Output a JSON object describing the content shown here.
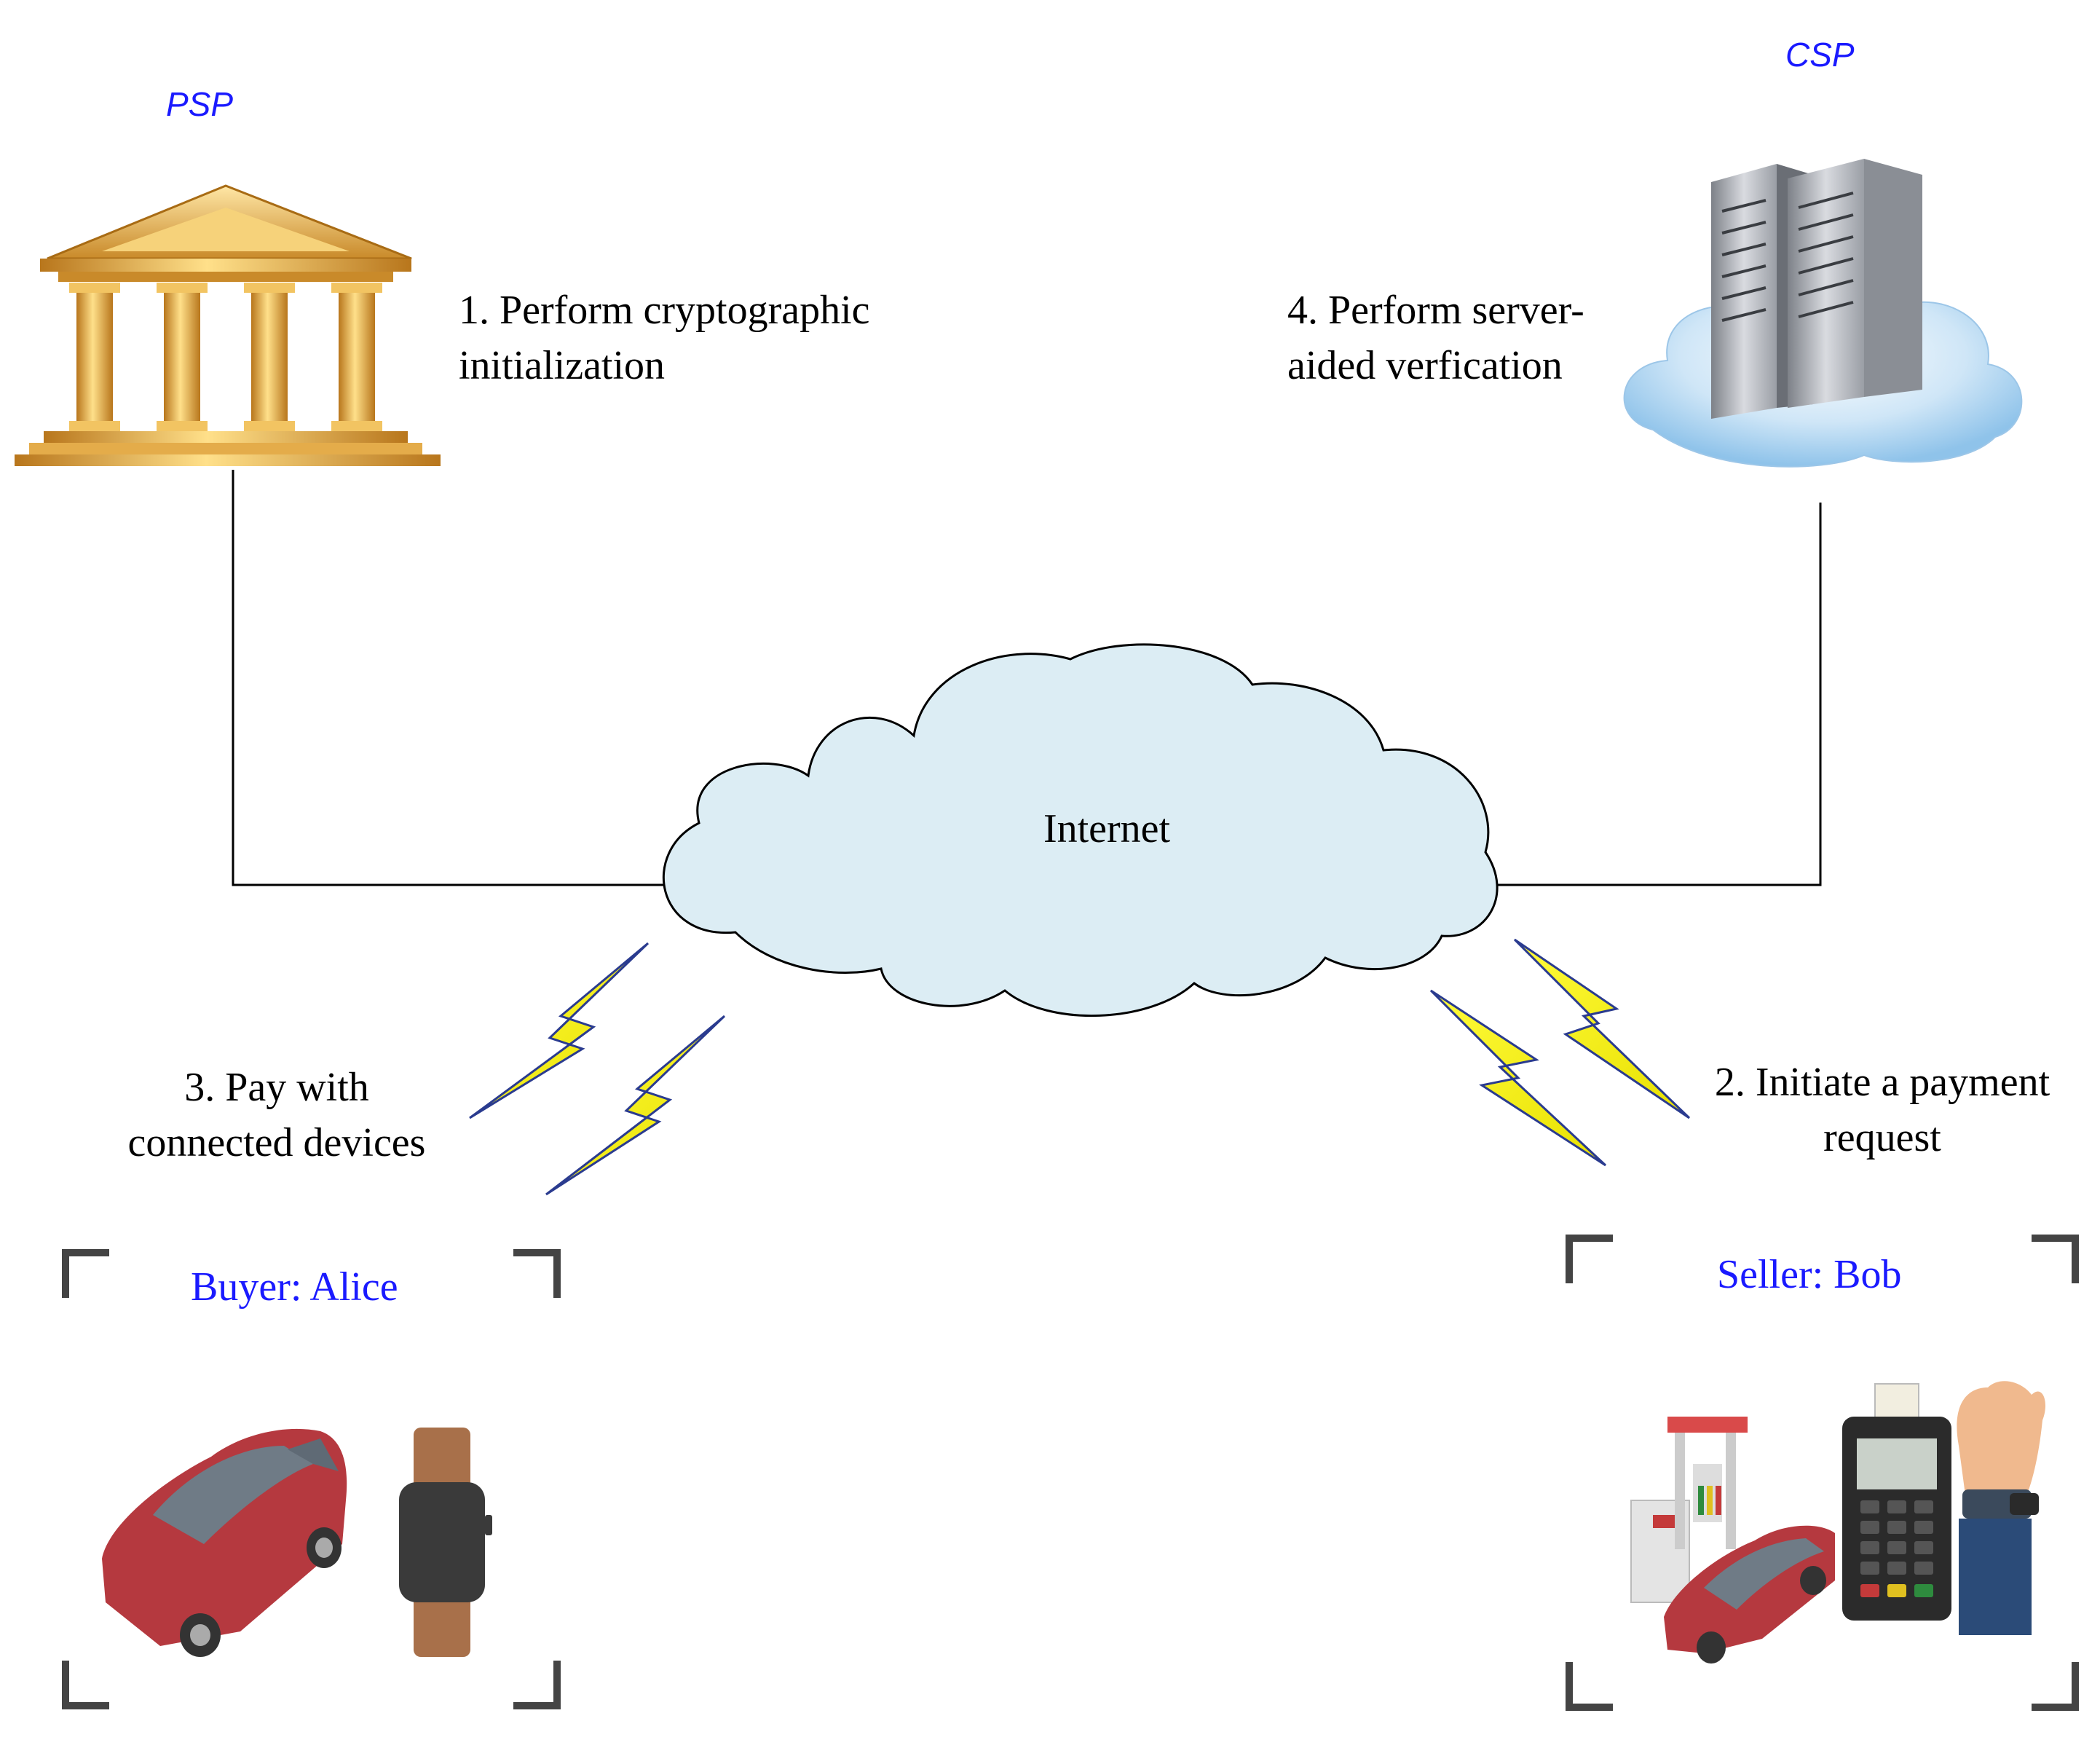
{
  "entities": {
    "psp": {
      "label": "PSP",
      "icon": "bank-building-icon"
    },
    "csp": {
      "label": "CSP",
      "icon": "cloud-server-icon"
    },
    "internet": {
      "label": "Internet",
      "icon": "internet-cloud-icon"
    },
    "buyer": {
      "label": "Buyer: Alice",
      "devices": [
        "car-icon",
        "smartwatch-icon"
      ]
    },
    "seller": {
      "label": "Seller: Bob",
      "devices": [
        "gas-pump-icon",
        "pos-terminal-icon",
        "wrist-wearable-icon"
      ]
    }
  },
  "steps": {
    "step1": {
      "line1": "1. Perform cryptographic",
      "line2": "initialization"
    },
    "step2": {
      "line1": "2. Initiate a payment",
      "line2": "request"
    },
    "step3": {
      "line1": "3. Pay with",
      "line2": "connected devices"
    },
    "step4": {
      "line1": "4. Perform server-",
      "line2": "aided verfication"
    }
  },
  "colors": {
    "label_blue": "#1a1aff",
    "cloud_fill": "#dbeef5",
    "lightning": "#ffff20",
    "gold": "#e0a030",
    "car_red": "#b5393f"
  }
}
